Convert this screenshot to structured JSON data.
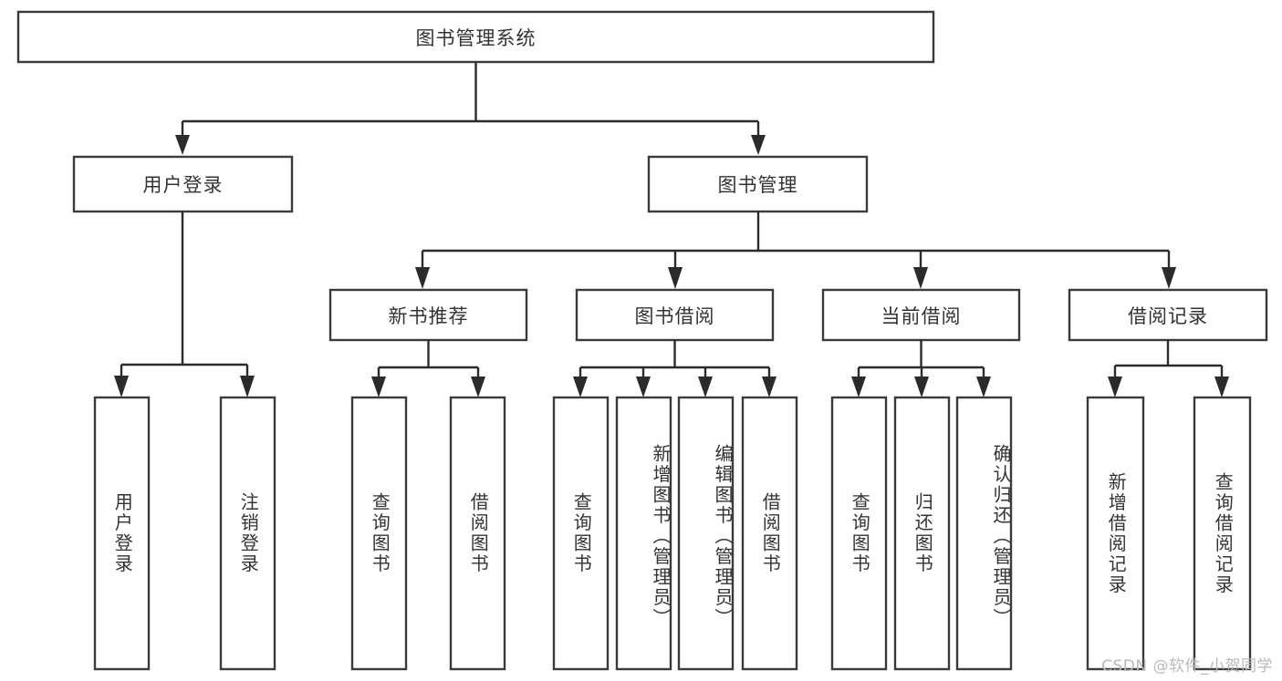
{
  "diagram": {
    "title": "图书管理系统",
    "type": "tree-hierarchy-chart",
    "watermark": "CSDN @软件_小贺同学",
    "colors": {
      "box_fill": "#ffffff",
      "box_stroke": "#3b3b3b",
      "connector": "#2b2b2b",
      "text": "#333333",
      "watermark": "#b9b9b9",
      "background": "#ffffff"
    },
    "levels": {
      "root": "图书管理系统",
      "level2": [
        "用户登录",
        "图书管理"
      ],
      "level3": [
        "新书推荐",
        "图书借阅",
        "当前借阅",
        "借阅记录"
      ],
      "level4_groups": [
        [
          "用户登录",
          "注销登录"
        ],
        [
          "查询图书",
          "借阅图书"
        ],
        [
          "查询图书",
          "新增图书（管理员）",
          "编辑图书（管理员）",
          "借阅图书"
        ],
        [
          "查询图书",
          "归还图书",
          "确认归还（管理员）"
        ],
        [
          "新增借阅记录",
          "查询借阅记录"
        ]
      ]
    },
    "nodes": {
      "root": {
        "label": "图书管理系统"
      },
      "user_login": {
        "label": "用户登录"
      },
      "book_manage": {
        "label": "图书管理"
      },
      "new_book_rec": {
        "label": "新书推荐"
      },
      "book_borrow": {
        "label": "图书借阅"
      },
      "current_borrow": {
        "label": "当前借阅"
      },
      "borrow_record": {
        "label": "借阅记录"
      },
      "leaf_user_login": {
        "label": "用户登录"
      },
      "leaf_logout": {
        "label": "注销登录"
      },
      "leaf_query_book_1": {
        "label": "查询图书"
      },
      "leaf_borrow_book_1": {
        "label": "借阅图书"
      },
      "leaf_query_book_2": {
        "label": "查询图书"
      },
      "leaf_add_book": {
        "label": "新增图书（管理员）"
      },
      "leaf_edit_book": {
        "label": "编辑图书（管理员）"
      },
      "leaf_borrow_book_2": {
        "label": "借阅图书"
      },
      "leaf_query_book_3": {
        "label": "查询图书"
      },
      "leaf_return_book": {
        "label": "归还图书"
      },
      "leaf_confirm_return": {
        "label": "确认归还（管理员）"
      },
      "leaf_add_record": {
        "label": "新增借阅记录"
      },
      "leaf_query_record": {
        "label": "查询借阅记录"
      }
    }
  }
}
